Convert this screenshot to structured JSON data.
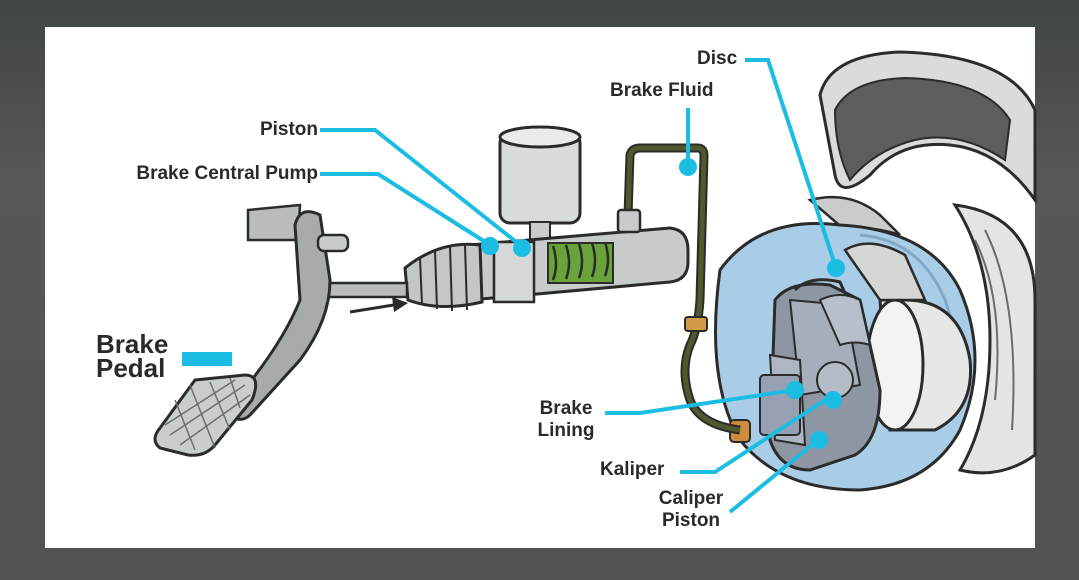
{
  "labels": {
    "disc": "Disc",
    "brake_fluid": "Brake Fluid",
    "piston": "Piston",
    "brake_central_pump": "Brake Central Pump",
    "brake_pedal_line1": "Brake",
    "brake_pedal_line2": "Pedal",
    "brake_lining_line1": "Brake",
    "brake_lining_line2": "Lining",
    "kaliper": "Kaliper",
    "caliper_piston_line1": "Caliper",
    "caliper_piston_line2": "Piston"
  },
  "colors": {
    "callout": "#1bbde3",
    "label_text": "#2a2a2a",
    "disc_fill": "#a9cde6",
    "fluid_line": "#4f5a2c"
  }
}
